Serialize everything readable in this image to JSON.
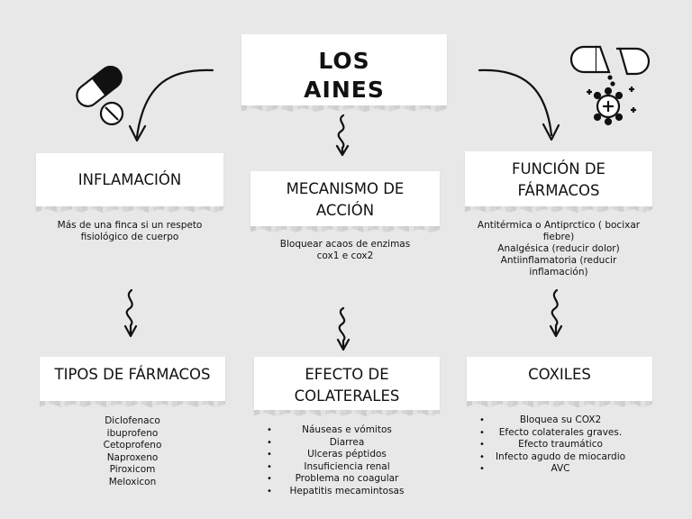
{
  "title": "LOS\nAINES",
  "boxes": {
    "inflamacion": {
      "title": "INFLAMACIÓN",
      "desc": "Más de una finca si un respeto\nfisiológico de cuerpo"
    },
    "mecanismo": {
      "title": "MECANISMO DE\nACCIÓN",
      "desc": "Bloquear acaos de enzimas\ncox1 e cox2"
    },
    "funcion": {
      "title": "FUNCIÓN DE\nFÁRMACOS",
      "desc": "Antitérmica o Antiprctico ( bocixar\nfiebre)\nAnalgésica (reducir dolor)\nAntiinflamatoria (reducir\ninflamación)"
    },
    "tipos": {
      "title": "TIPOS DE FÁRMACOS",
      "items": [
        "Diclofenaco",
        "ibuprofeno",
        "Cetoprofeno",
        "Naproxeno",
        "Piroxicom",
        "Meloxicon"
      ]
    },
    "efecto": {
      "title": "EFECTO DE\nCOLATERALES",
      "items": [
        "Náuseas e vómitos",
        "Diarrea",
        "Ulceras péptidos",
        "Insuficiencia renal",
        "Problema no coagular",
        "Hepatitis mecamintosas"
      ]
    },
    "coxiles": {
      "title": "COXILES",
      "items": [
        "Bloquea su COX2",
        "Efecto colaterales  graves.",
        "Efecto traumático",
        "Infecto agudo de miocardio",
        "AVC"
      ]
    }
  },
  "icons": {
    "left": "pill-capsule-tablet-icon",
    "right": "open-capsule-molecule-icon"
  },
  "colors": {
    "background": "#e8e8e9",
    "paper": "#ffffff",
    "ink": "#111111"
  }
}
